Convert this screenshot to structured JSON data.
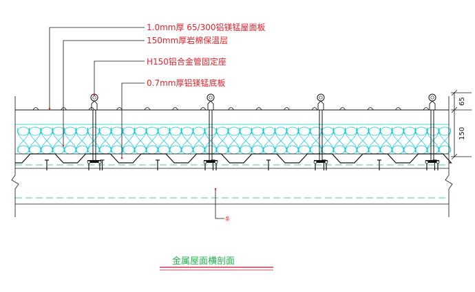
{
  "callouts": [
    {
      "text": "1.0mm厚 65/300铝镁锰屋面板"
    },
    {
      "text": "150mm厚岩棉保温层"
    },
    {
      "text": "H150铝合金管固定座"
    },
    {
      "text": "0.7mm厚铝镁锰底板"
    }
  ],
  "dimensions": {
    "top": "65",
    "bottom": "150"
  },
  "purlin_label": "条",
  "caption": "金属屋面横剖面",
  "colors": {
    "callout_text": "#e8202a",
    "insulation": "#00c8d8",
    "hidden_line": "#22b14c",
    "caption": "#22b14c",
    "caption_underline": "#c8102e",
    "linework": "#111111"
  }
}
